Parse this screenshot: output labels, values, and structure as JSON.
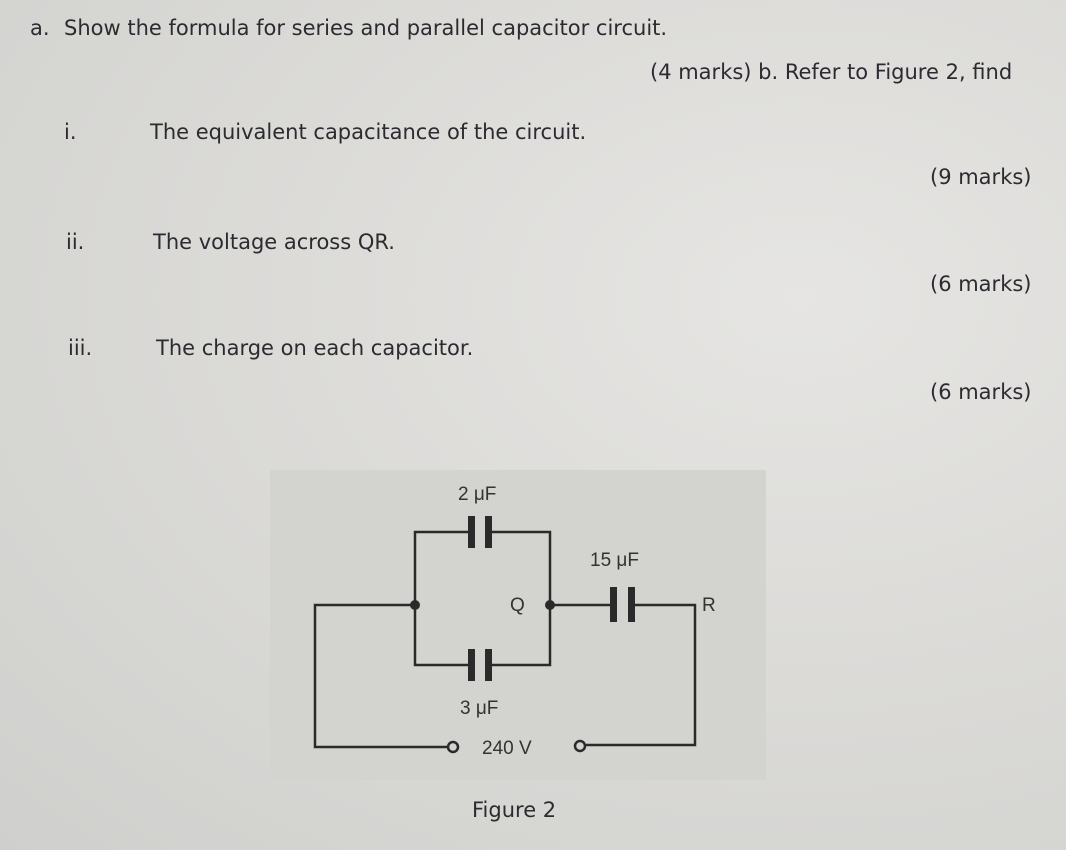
{
  "question_a": {
    "marker": "a.",
    "text": "Show the formula for series and parallel capacitor circuit."
  },
  "marks_a_and_b": "(4 marks) b. Refer to Figure 2, find",
  "items": [
    {
      "marker": "i.",
      "text": "The equivalent capacitance of the circuit.",
      "marks": "(9 marks)"
    },
    {
      "marker": "ii.",
      "text": "The voltage across QR.",
      "marks": "(6 marks)"
    },
    {
      "marker": "iii.",
      "text": "The charge on each capacitor.",
      "marks": "(6 marks)"
    }
  ],
  "figure": {
    "caption": "Figure 2",
    "c1": "2 μF",
    "c2": "3 μF",
    "c3": "15 μF",
    "node_q": "Q",
    "node_r": "R",
    "source": "240 V"
  }
}
